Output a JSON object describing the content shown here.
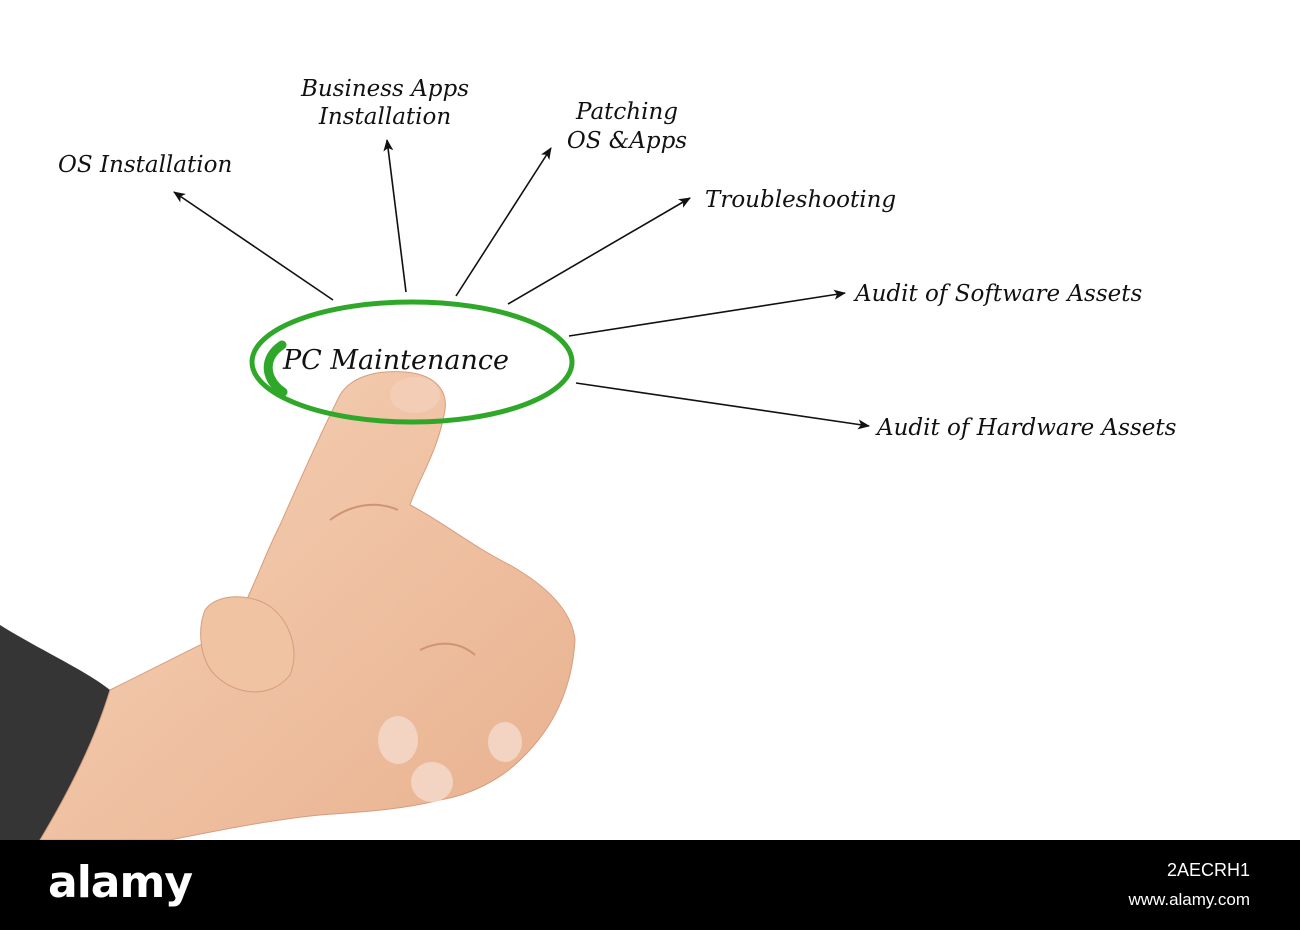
{
  "diagram": {
    "center_label": "PC Maintenance",
    "nodes": [
      {
        "id": "os-installation",
        "label_lines": [
          "OS Installation"
        ]
      },
      {
        "id": "business-apps-installation",
        "label_lines": [
          "Business Apps",
          "Installation"
        ]
      },
      {
        "id": "patching-os-apps",
        "label_lines": [
          "Patching",
          "OS &Apps"
        ]
      },
      {
        "id": "troubleshooting",
        "label_lines": [
          "Troubleshooting"
        ]
      },
      {
        "id": "audit-software-assets",
        "label_lines": [
          "Audit of Software Assets"
        ]
      },
      {
        "id": "audit-hardware-assets",
        "label_lines": [
          "Audit of Hardware Assets"
        ]
      }
    ],
    "colors": {
      "ring": "#2fa82a",
      "text": "#111111",
      "skin": "#f1c6a6",
      "sleeve": "#3a3a3a"
    }
  },
  "watermark": {
    "brand": "alamy",
    "image_id": "2AECRH1",
    "site": "www.alamy.com"
  }
}
